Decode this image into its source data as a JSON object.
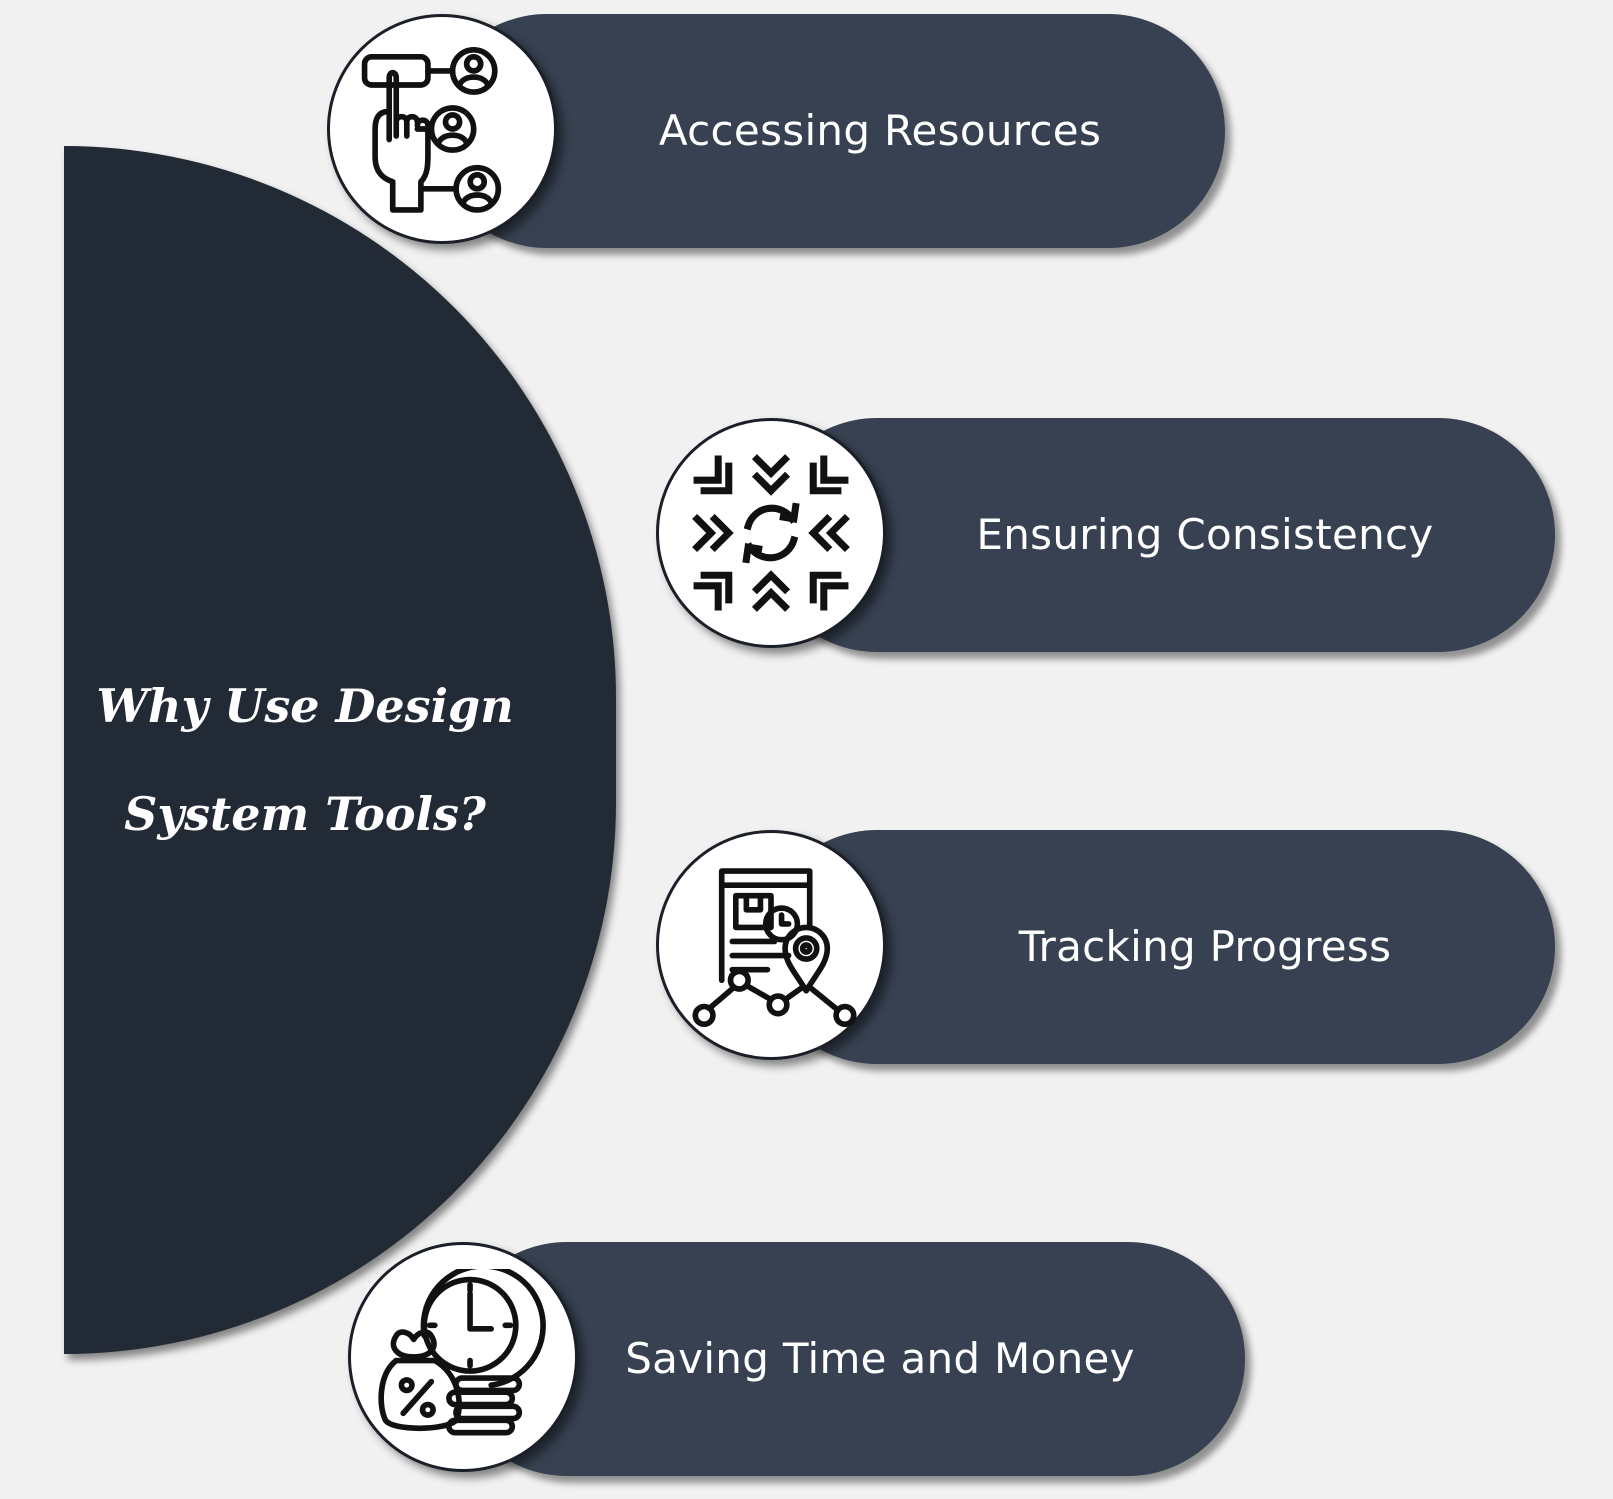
{
  "title": {
    "line1": "Why Use Design",
    "line2": "System Tools?"
  },
  "items": [
    {
      "label": "Accessing Resources",
      "icon": "resource-access-icon"
    },
    {
      "label": "Ensuring Consistency",
      "icon": "consistency-sync-icon"
    },
    {
      "label": "Tracking Progress",
      "icon": "progress-tracking-icon"
    },
    {
      "label": "Saving Time and Money",
      "icon": "time-money-icon"
    }
  ],
  "colors": {
    "background": "#f1f1f1",
    "half_circle": "#222a35",
    "pill": "#374151",
    "text": "#ffffff",
    "icon_stroke": "#111111"
  }
}
